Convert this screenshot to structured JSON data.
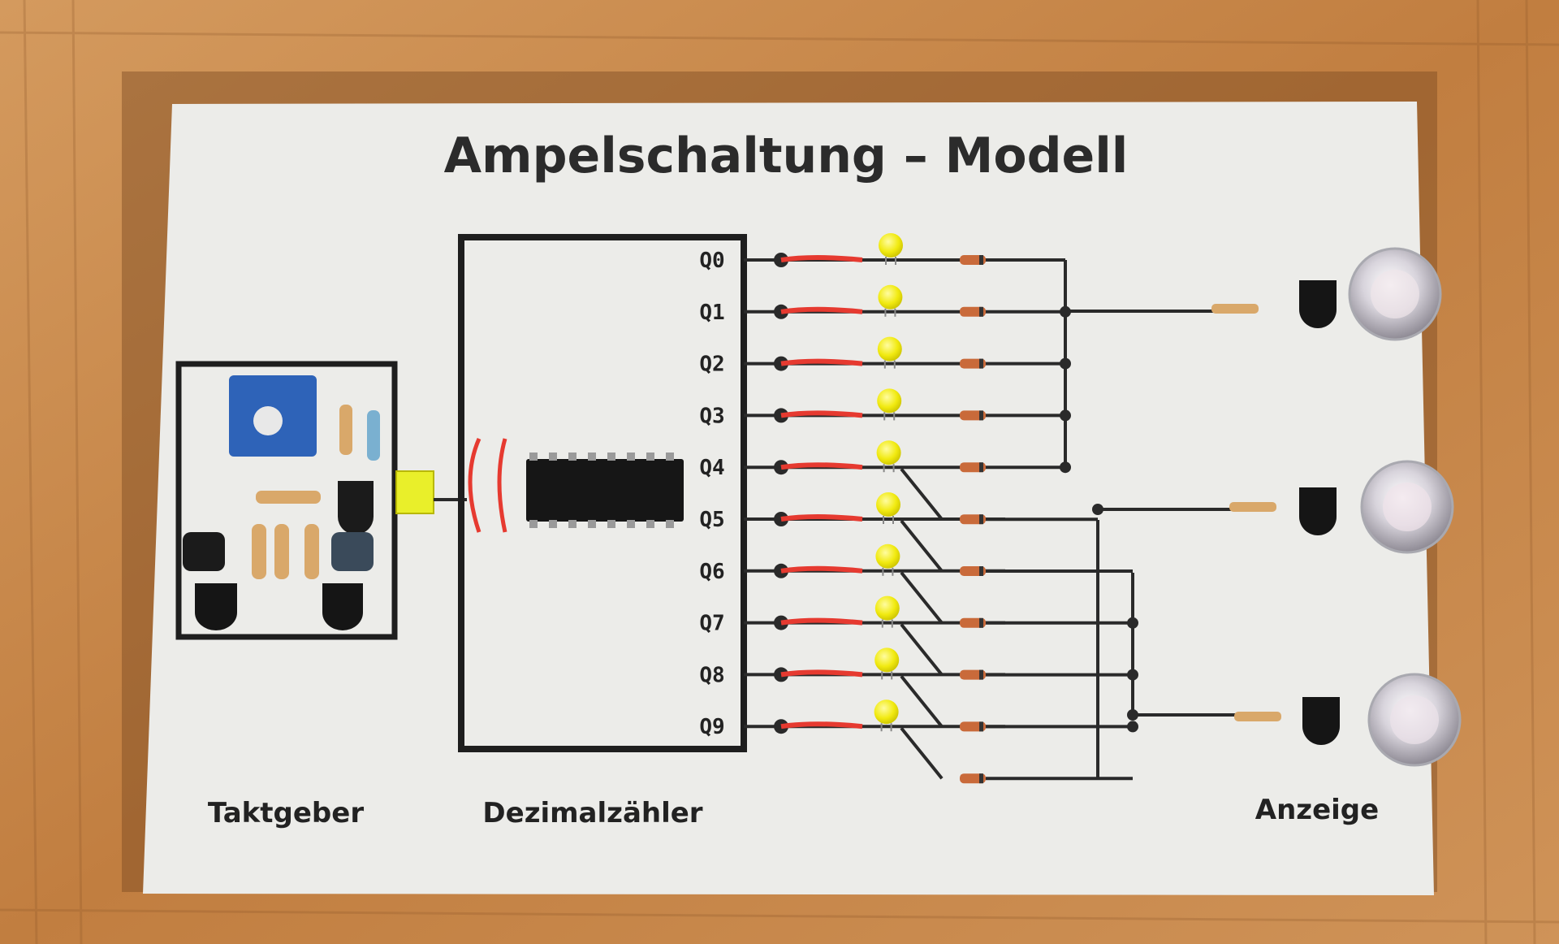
{
  "board": {
    "title": "Ampelschaltung – Modell",
    "sections": {
      "clock": "Taktgeber",
      "counter": "Dezimalzähler",
      "display": "Anzeige"
    }
  },
  "outputs": [
    "Q0",
    "Q1",
    "Q2",
    "Q3",
    "Q4",
    "Q5",
    "Q6",
    "Q7",
    "Q8",
    "Q9"
  ],
  "colors": {
    "wood": "#c98a4e",
    "board": "#ecece9",
    "trace": "#2a2a2a",
    "jumper": "#e63a30",
    "led_yellow": "#f4ee1c",
    "lamp_red": "#e6c6c6",
    "lamp_amber": "#efe0c8",
    "lamp_green": "#d9dcd0"
  }
}
